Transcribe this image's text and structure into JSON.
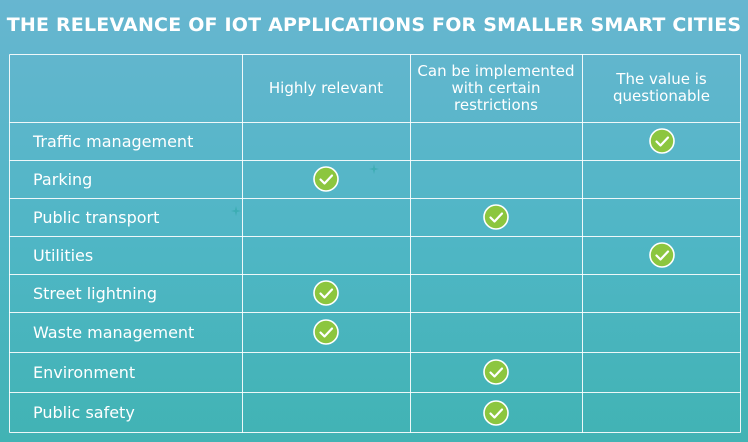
{
  "title": "THE RELEVANCE OF IOT APPLICATIONS FOR SMALLER SMART CITIES",
  "colors": {
    "check_fill": "#8cc63f",
    "grid_line": "#ffffff",
    "text": "#ffffff"
  },
  "icons": {
    "mark": "check-circle-icon"
  },
  "chart_data": {
    "type": "table",
    "columns": [
      "Highly relevant",
      "Can be implemented with certain restrictions",
      "The value is questionable"
    ],
    "rows": [
      {
        "label": "Traffic management",
        "marked": 2
      },
      {
        "label": "Parking",
        "marked": 0
      },
      {
        "label": "Public transport",
        "marked": 1
      },
      {
        "label": "Utilities",
        "marked": 2
      },
      {
        "label": "Street lightning",
        "marked": 0
      },
      {
        "label": "Waste management",
        "marked": 0
      },
      {
        "label": "Environment",
        "marked": 1
      },
      {
        "label": "Public safety",
        "marked": 1
      }
    ]
  }
}
